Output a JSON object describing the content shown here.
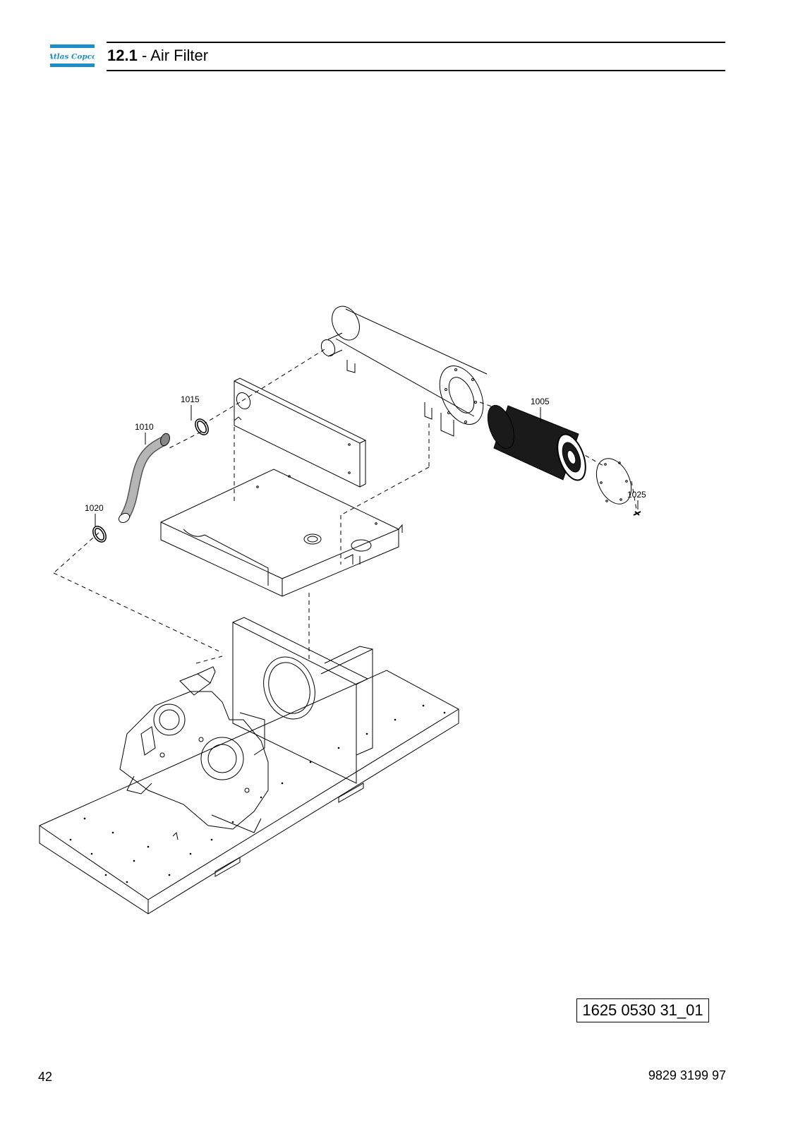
{
  "header": {
    "logo_text": "Atlas Copco",
    "section_number": "12.1",
    "section_separator": " - ",
    "section_title": "Air Filter"
  },
  "drawing": {
    "callouts": {
      "c1005": "1005",
      "c1010": "1010",
      "c1015": "1015",
      "c1020": "1020",
      "c1025": "1025"
    },
    "drawing_id": "1625 0530 31_01"
  },
  "footer": {
    "page_number": "42",
    "document_number": "9829 3199 97"
  },
  "colors": {
    "logo_blue": "#1a8fc9",
    "line": "#000000"
  }
}
